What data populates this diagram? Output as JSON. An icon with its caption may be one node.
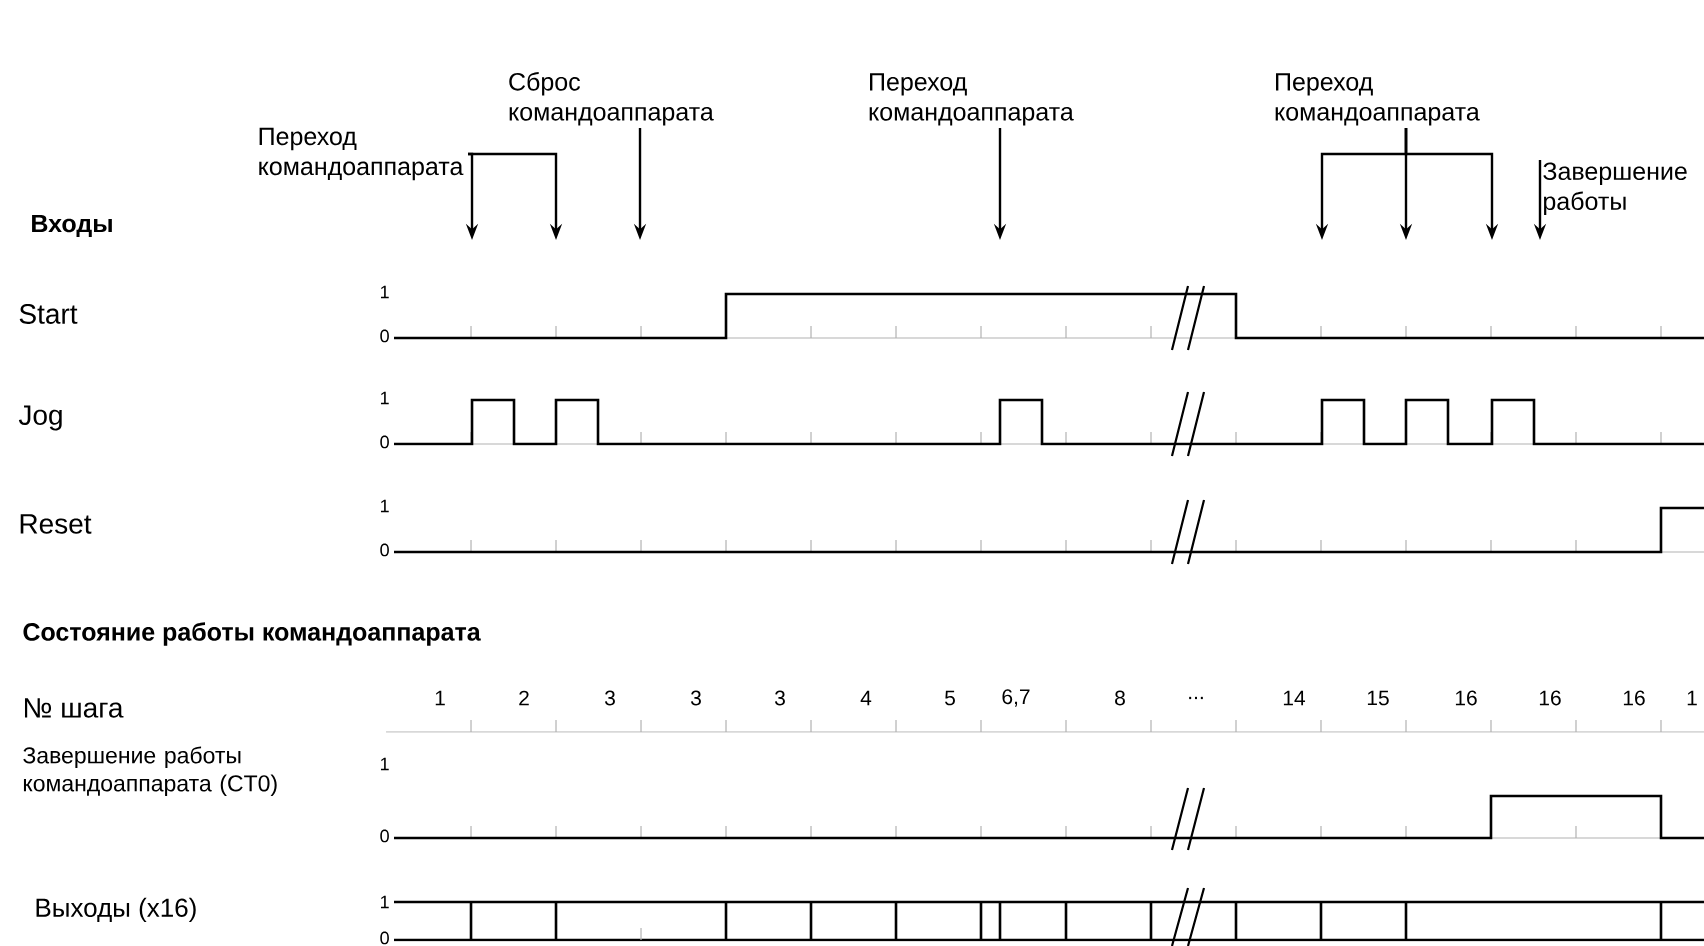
{
  "diagram": {
    "nodes": [
      {
        "text": [
          "Переход командоаппарата"
        ]
      },
      {
        "text": [
          "Сброс командоаппарата"
        ]
      },
      {
        "text": [
          "Переход командоаппарата"
        ]
      },
      {
        "text": [
          "Переход командоаппарата"
        ]
      },
      {
        "text": [
          "Завершение работы"
        ]
      }
    ],
    "edges": [
      {
        "from": 0,
        "to": null,
        "arrow": "to"
      },
      {
        "from": 0,
        "to": null,
        "arrow": "to"
      },
      {
        "from": 1,
        "to": null,
        "arrow": "to"
      },
      {
        "from": 2,
        "to": null,
        "arrow": "to"
      },
      {
        "from": 3,
        "to": null,
        "arrow": "to"
      },
      {
        "from": 3,
        "to": null,
        "arrow": "to"
      },
      {
        "from": 3,
        "to": null,
        "arrow": "to"
      },
      {
        "from": 4,
        "to": null,
        "arrow": "to"
      }
    ],
    "labels": [
      "Входы",
      "Start",
      "1",
      "0",
      "Jog",
      "1",
      "0",
      "Reset",
      "1",
      "0",
      "Состояние работы командоаппарата",
      "№ шага",
      "1",
      "2",
      "3",
      "3",
      "3",
      "4",
      "5",
      "6,7",
      "8",
      "...",
      "14",
      "15",
      "16",
      "16",
      "16",
      "1",
      "Завершение работы командоаппарата (CT0)",
      "1",
      "0",
      "Выходы (x16)",
      "1",
      "0"
    ]
  }
}
